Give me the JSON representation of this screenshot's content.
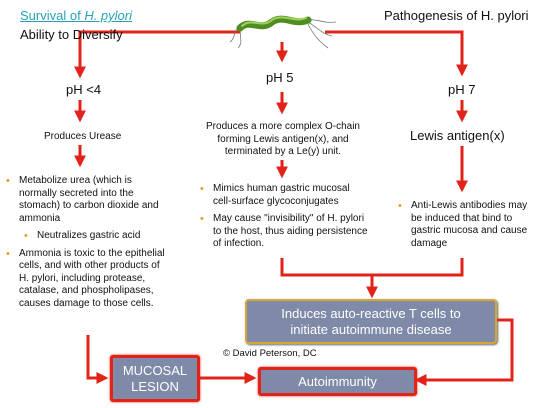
{
  "header": {
    "title_prefix": "Survival of ",
    "title_italic": "H. pylori",
    "subtitle": "Ability to Diversify",
    "right_title": "Pathogenesis of H. pylori"
  },
  "colors": {
    "arrow": "#e2231a",
    "box_fill": "#7f8aa8",
    "box_gold_border": "#d6a534",
    "bullet": "#e0a020",
    "link": "#2aa0b6"
  },
  "icons": {
    "bacterium": "h-pylori-bacterium-icon"
  },
  "left": {
    "ph_label": "pH <4",
    "heading": "Produces Urease",
    "bullets": [
      "Metabolize urea (which is normally secreted into the stomach) to carbon dioxide and ammonia",
      "Neutralizes gastric acid",
      "Ammonia is toxic to the epithelial cells, and with other products of H. pylori, including protease, catalase, and phospholipases, causes damage to those cells."
    ]
  },
  "middle": {
    "ph_label": "pH 5",
    "heading": "Produces a more complex O-chain forming Lewis antigen(x), and terminated by a Le(y) unit.",
    "bullets": [
      "Mimics human gastric mucosal cell-surface glycoconjugates",
      "May cause \"invisibility\" of H. pylori to the host, thus aiding persistence of infection."
    ]
  },
  "right": {
    "ph_label": "pH 7",
    "heading": "Lewis antigen(x)",
    "bullets": [
      "Anti-Lewis antibodies may be induced that bind to gastric mucosa and cause damage"
    ]
  },
  "boxes": {
    "autoreactive": "Induces auto-reactive T cells to initiate autoimmune disease",
    "mucosal": "MUCOSAL LESION",
    "autoimmunity": "Autoimmunity"
  },
  "credit": "© David Peterson, DC"
}
